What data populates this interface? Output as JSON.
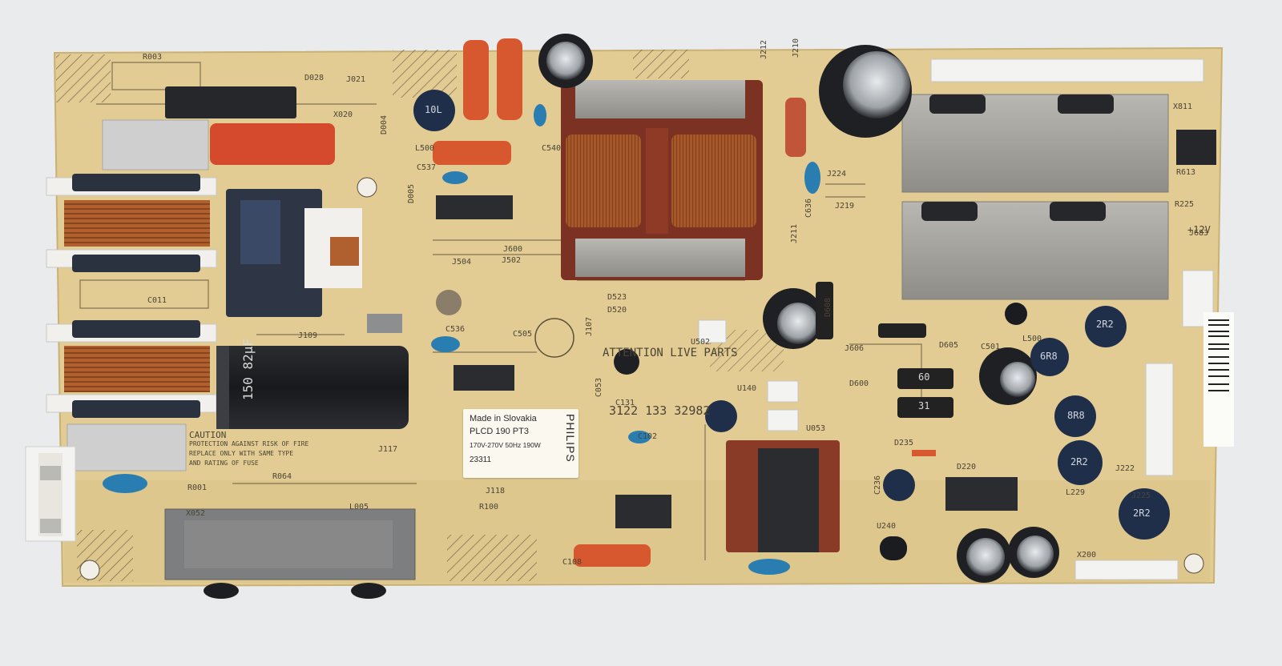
{
  "scene": {
    "subject": "Power supply circuit board",
    "colors": {
      "background": "#e9ebed",
      "pcb": "#e2cc93",
      "silkscreen": "#4b4436",
      "copper": "#b0602e",
      "capacitor_red": "#d8482e",
      "capacitor_blue": "#2a7db0",
      "heatsink": "#a9a7a2"
    }
  },
  "sticker": {
    "line1": "Made in Slovakia",
    "line2": "PLCD 190 PT3",
    "line3": "170V-270V 50Hz 190W",
    "line4": "23311",
    "brand": "PHILIPS"
  },
  "silkscreen": {
    "part_number": "3122 133 32982",
    "attention": "ATTENTION LIVE PARTS",
    "caution": "CAUTION",
    "protection_1": "PROTECTION AGAINST RISK OF FIRE",
    "protection_2": "REPLACE ONLY WITH SAME TYPE",
    "protection_3": "AND RATING OF FUSE",
    "supply": "+12V",
    "labels": {
      "r003": "R003",
      "j021": "J021",
      "d028": "D028",
      "x020": "X020",
      "d004": "D004",
      "c537": "C537",
      "d005": "D005",
      "l500": "L500",
      "c540": "C540",
      "j600": "J600",
      "j504": "J504",
      "j502": "J502",
      "c011": "C011",
      "j109": "J109",
      "c536": "C536",
      "c505": "C505",
      "j107": "J107",
      "d523": "D523",
      "d520": "D520",
      "u502": "U502",
      "c131": "C131",
      "c053": "C053",
      "j117": "J117",
      "j118": "J118",
      "r100": "R100",
      "l005": "L005",
      "r001": "R001",
      "x052": "X052",
      "j212": "J212",
      "j210": "J210",
      "c636": "C636",
      "j224": "J224",
      "j219": "J219",
      "j211": "J211",
      "d600": "D600",
      "d608": "D608",
      "j606": "J606",
      "d605": "D605",
      "c501": "C501",
      "l500b": "L500",
      "u140": "U140",
      "u053": "U053",
      "d235": "D235",
      "c236": "C236",
      "u240": "U240",
      "d220": "D220",
      "x811": "X811",
      "r225": "R225",
      "j683": "J683",
      "r613": "R613",
      "l229": "L229",
      "x200": "X200",
      "j225": "J225",
      "j222": "J222",
      "c108": "C108",
      "c102": "C102",
      "r064": "R064"
    },
    "cap_marks": {
      "c_big": "150 82µF",
      "c_2r2_a": "2R2",
      "c_6r8": "6R8",
      "c_8r8": "8R8",
      "c_2r2_b": "2R2",
      "c_2r2_c": "2R2",
      "c_10l": "10L",
      "d600": "60",
      "d605": "31"
    }
  }
}
